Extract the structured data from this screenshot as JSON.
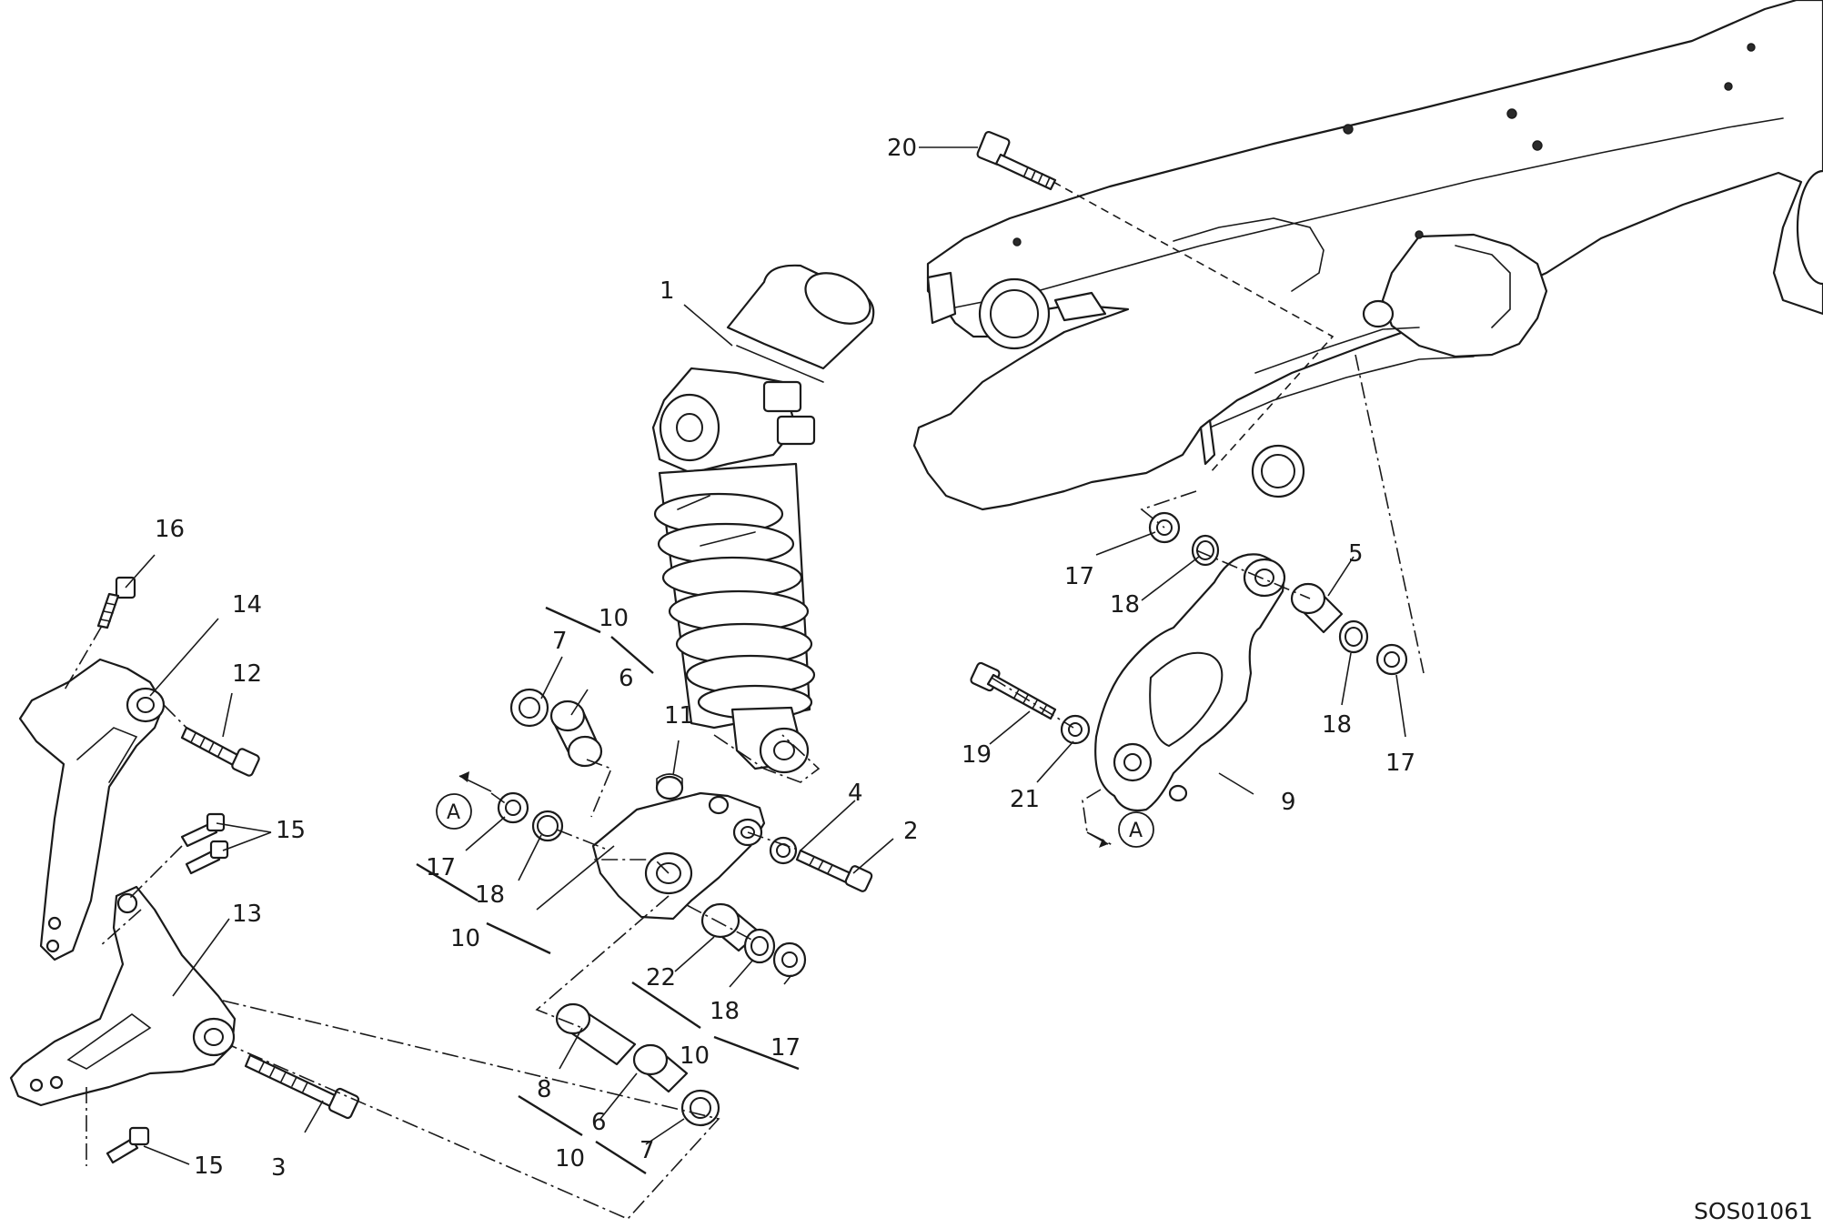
{
  "diagram": {
    "drawing_code": "SOS01061",
    "reference_marks": {
      "a": "A",
      "b": "A"
    },
    "callouts": {
      "c1": "1",
      "c2": "2",
      "c3": "3",
      "c4": "4",
      "c5": "5",
      "c6a": "6",
      "c6b": "6",
      "c7a": "7",
      "c7b": "7",
      "c8": "8",
      "c9": "9",
      "c10a": "10",
      "c10b": "10",
      "c10c": "10",
      "c10d": "10",
      "c11": "11",
      "c12": "12",
      "c13": "13",
      "c14": "14",
      "c15a": "15",
      "c15b": "15",
      "c16": "16",
      "c17a": "17",
      "c17b": "17",
      "c17c": "17",
      "c17d": "17",
      "c18a": "18",
      "c18b": "18",
      "c18c": "18",
      "c18d": "18",
      "c19": "19",
      "c20": "20",
      "c21": "21",
      "c22": "22"
    }
  }
}
